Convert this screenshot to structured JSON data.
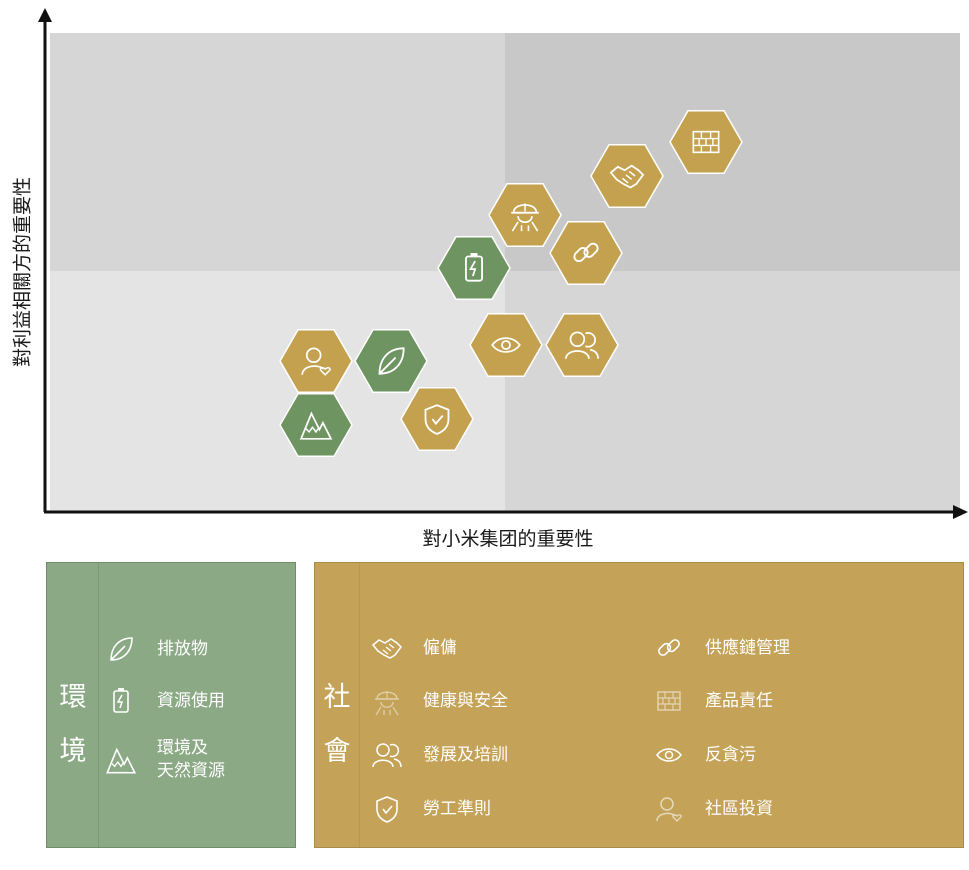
{
  "axes": {
    "x_title": "對小米集团的重要性",
    "y_title": "對利益相關方的重要性"
  },
  "colors": {
    "environment": "#6e9461",
    "social": "#c4a14f",
    "quadrant_light": "#e4e4e5",
    "quadrant_mid": "#d6d6d7",
    "quadrant_dark": "#c8c8c9"
  },
  "hexes": [
    {
      "id": "product-responsibility",
      "group": "social",
      "icon": "brick-wall-icon"
    },
    {
      "id": "employment",
      "group": "social",
      "icon": "handshake-icon"
    },
    {
      "id": "health-safety",
      "group": "social",
      "icon": "hardhat-worker-icon"
    },
    {
      "id": "supply-chain",
      "group": "social",
      "icon": "chain-link-icon"
    },
    {
      "id": "resource-use",
      "group": "environment",
      "icon": "battery-bolt-icon"
    },
    {
      "id": "anti-corruption",
      "group": "social",
      "icon": "eye-icon"
    },
    {
      "id": "development-training",
      "group": "social",
      "icon": "people-icon"
    },
    {
      "id": "community-investment",
      "group": "social",
      "icon": "person-heart-icon"
    },
    {
      "id": "emissions",
      "group": "environment",
      "icon": "leaf-icon"
    },
    {
      "id": "environment-natural-resources",
      "group": "environment",
      "icon": "mountain-icon"
    },
    {
      "id": "labour-standards",
      "group": "social",
      "icon": "shield-check-icon"
    }
  ],
  "legend": {
    "environment": {
      "label": "環\n境",
      "items": [
        {
          "label": "排放物",
          "icon": "leaf-icon"
        },
        {
          "label": "資源使用",
          "icon": "battery-bolt-icon"
        },
        {
          "label": "環境及\n天然資源",
          "icon": "mountain-icon"
        }
      ]
    },
    "social": {
      "label": "社\n會",
      "items": [
        {
          "label": "僱傭",
          "icon": "handshake-icon"
        },
        {
          "label": "健康與安全",
          "icon": "hardhat-worker-icon"
        },
        {
          "label": "發展及培訓",
          "icon": "people-icon"
        },
        {
          "label": "勞工準則",
          "icon": "shield-check-icon"
        },
        {
          "label": "供應鏈管理",
          "icon": "chain-link-icon"
        },
        {
          "label": "產品責任",
          "icon": "brick-wall-icon"
        },
        {
          "label": "反貪污",
          "icon": "eye-icon"
        },
        {
          "label": "社區投資",
          "icon": "person-heart-icon"
        }
      ]
    }
  }
}
